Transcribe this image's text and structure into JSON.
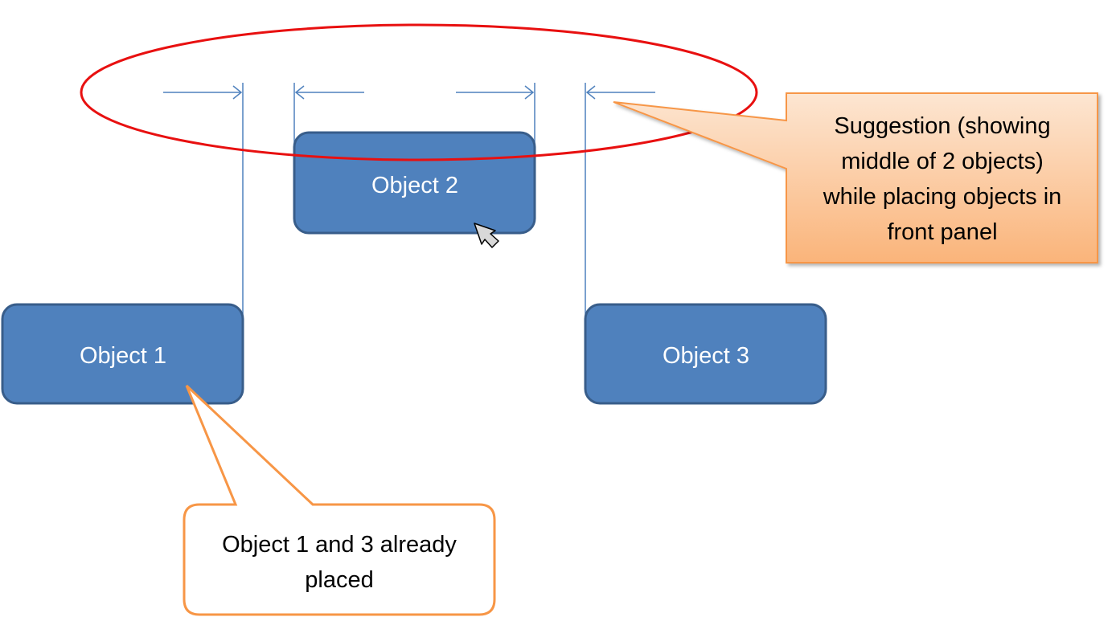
{
  "diagram": {
    "objects": [
      {
        "id": "object-1",
        "label": "Object 1"
      },
      {
        "id": "object-2",
        "label": "Object 2"
      },
      {
        "id": "object-3",
        "label": "Object 3"
      }
    ],
    "callouts": {
      "suggestion": {
        "lines": [
          "Suggestion (showing",
          "middle of 2 objects)",
          "while placing objects in",
          "front panel"
        ]
      },
      "placed": {
        "lines": [
          "Object 1 and 3 already",
          "placed"
        ]
      }
    },
    "colors": {
      "object_fill": "#4f81bd",
      "object_stroke": "#385d8a",
      "guide_line": "#4f81bd",
      "highlight_ellipse": "#e81010",
      "callout_stroke": "#f79646",
      "callout_fill_top": "#fde0c8",
      "callout_fill_bottom": "#fab981"
    },
    "cursor": {
      "icon": "mouse-pointer-icon"
    }
  }
}
